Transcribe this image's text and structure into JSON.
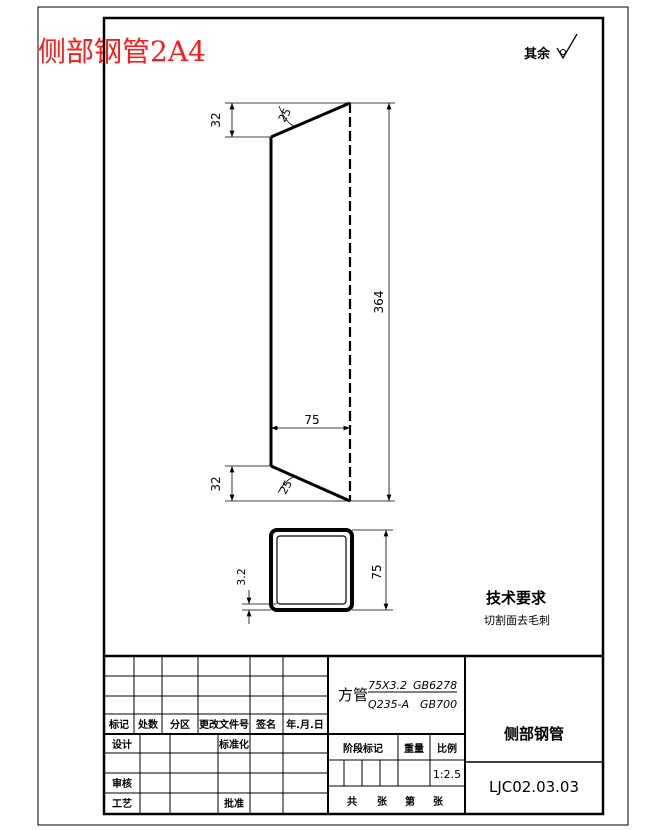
{
  "drawing": {
    "red_title": "侧部钢管2A4",
    "surface_note": "其余",
    "tech_req_title": "技术要求",
    "tech_req_item": "切割面去毛刺",
    "dimensions": {
      "top_offset": "32",
      "top_angle": "25",
      "length": "364",
      "width": "75",
      "bottom_offset": "32",
      "bottom_angle": "25",
      "section_size": "75",
      "wall_thickness": "3.2"
    },
    "title_block": {
      "material_line1": "方管",
      "material_spec1": "75X3.2",
      "material_std1": "GB6278",
      "material_spec2": "Q235-A",
      "material_std2": "GB700",
      "part_name": "侧部钢管",
      "drawing_number": "LJC02.03.03",
      "scale_value": "1:2.5",
      "headers": {
        "mark": "标记",
        "count": "处数",
        "zone": "分区",
        "change_doc": "更改文件号",
        "signature": "签名",
        "date": "年.月.日",
        "design": "设计",
        "standardize": "标准化",
        "review": "审核",
        "process": "工艺",
        "approve": "批准",
        "stage_mark": "阶段标记",
        "weight": "重量",
        "scale": "比例",
        "total": "共",
        "sheets": "张",
        "sheet_no": "第",
        "sheet_unit": "张"
      }
    },
    "colors": {
      "title_red": "#ff1a1a",
      "line": "#000000"
    }
  }
}
